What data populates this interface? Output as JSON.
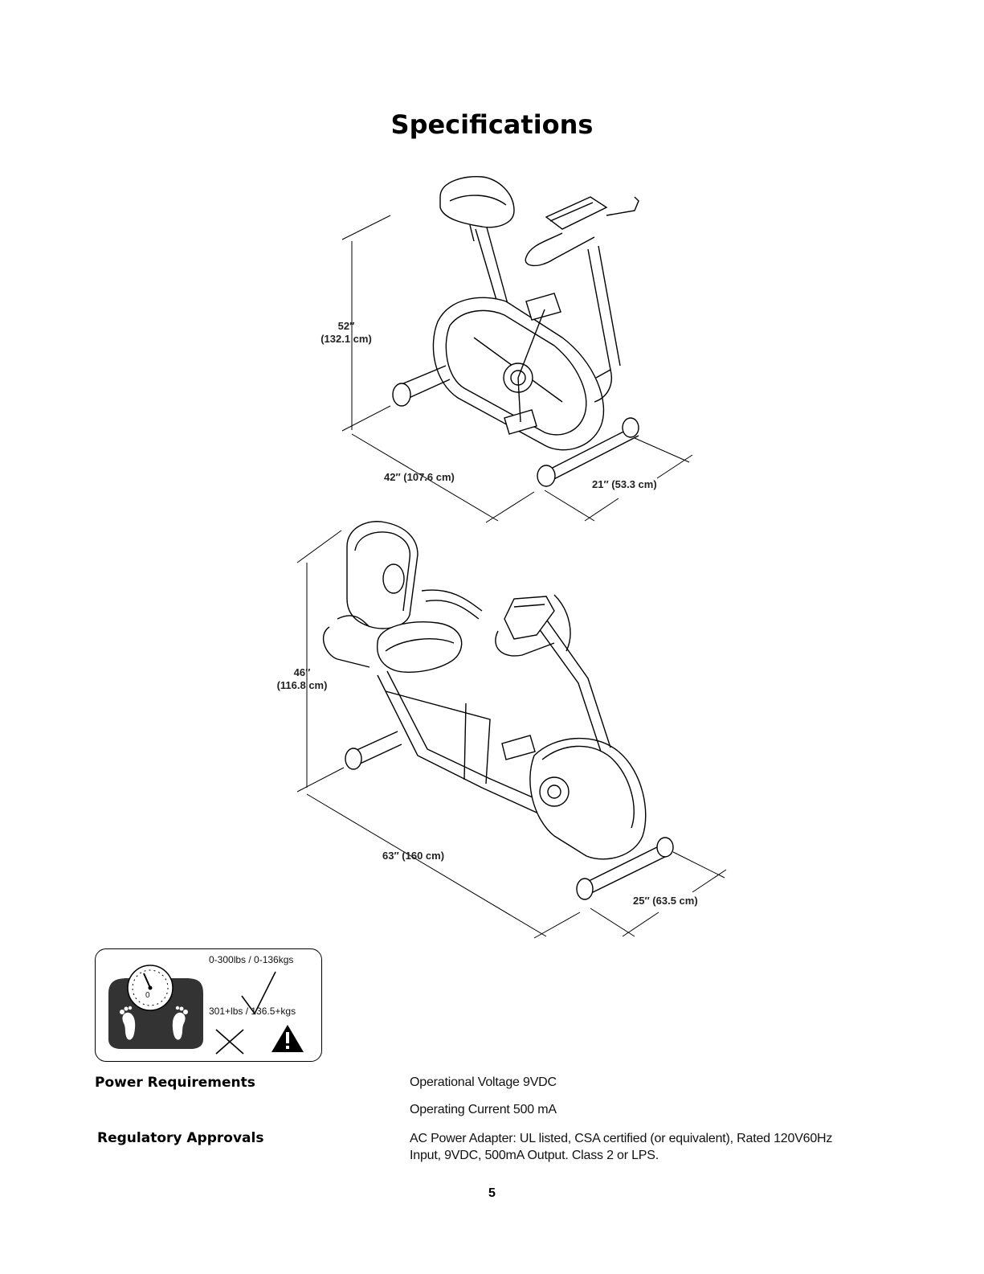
{
  "page": {
    "title": "Specifications",
    "page_number": "5"
  },
  "upright_bike": {
    "height_in": "52″",
    "height_cm": "(132.1 cm)",
    "length": "42″ (107.6 cm)",
    "width": "21″ (53.3 cm)"
  },
  "recumbent_bike": {
    "height_in": "46″",
    "height_cm": "(116.8 cm)",
    "length": "63″ (160 cm)",
    "width": "25″ (63.5 cm)"
  },
  "weight_limit": {
    "allowed": "0-300lbs / 0-136kgs",
    "not_allowed": "301+lbs / 136.5+kgs",
    "scale_zero": "0"
  },
  "power": {
    "heading": "Power Requirements",
    "line1": "Operational Voltage 9VDC",
    "line2": "Operating Current 500 mA"
  },
  "regulatory": {
    "heading": "Regulatory Approvals",
    "line1": "AC Power Adapter: UL listed, CSA certified (or equivalent), Rated 120V60Hz",
    "line2": "Input, 9VDC, 500mA Output. Class 2 or LPS."
  }
}
